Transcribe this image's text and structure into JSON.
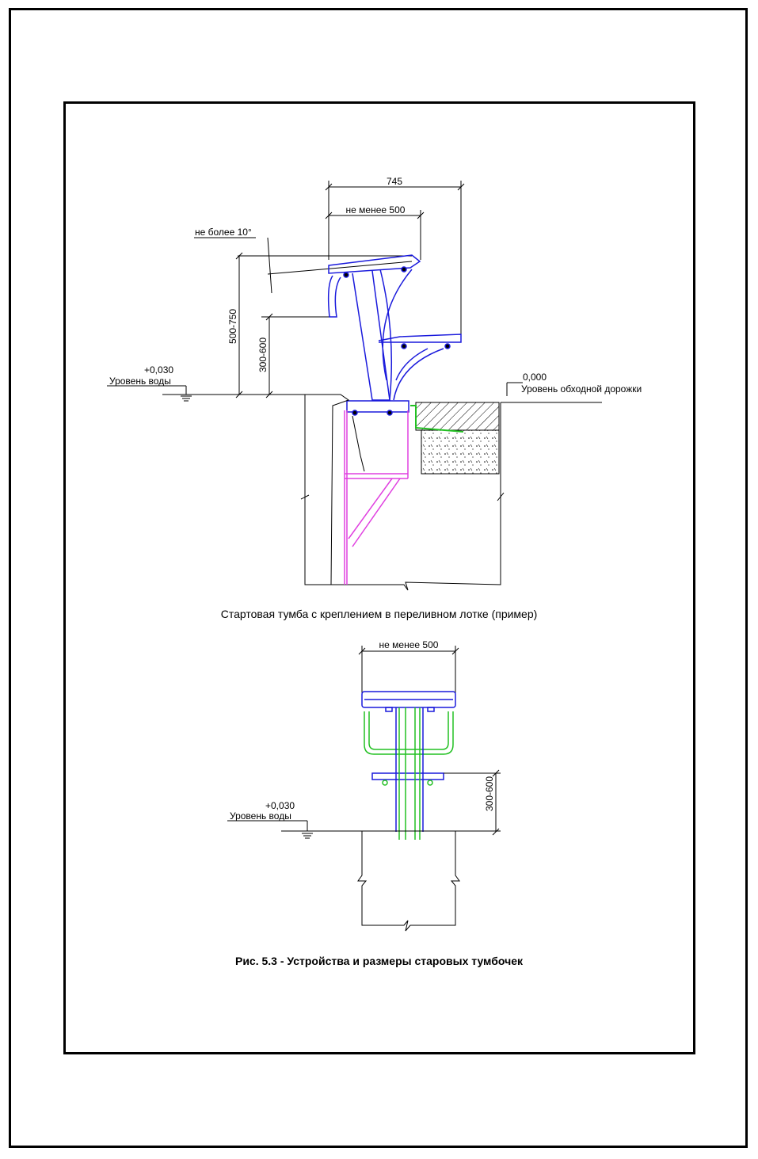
{
  "upper_drawing": {
    "dim_overall": "745",
    "dim_platform": "не менее 500",
    "dim_tilt": "не более 10°",
    "dim_total_height": "500-750",
    "dim_step_height": "300-600",
    "water_mark": "+0,030",
    "water_label": "Уровень воды",
    "deck_mark": "0,000",
    "deck_label": "Уровень обходной дорожки",
    "caption": "Стартовая тумба с креплением в переливном лотке (пример)"
  },
  "lower_drawing": {
    "dim_platform": "не менее 500",
    "dim_step_height": "300-600",
    "water_mark": "+0,030",
    "water_label": "Уровень воды"
  },
  "figure_caption": "Рис. 5.3 - Устройства и размеры старовых тумбочек",
  "colors": {
    "frame": "#000000",
    "structure": "#1a1adc",
    "bracket": "#e040e0",
    "rail": "#22c022"
  }
}
